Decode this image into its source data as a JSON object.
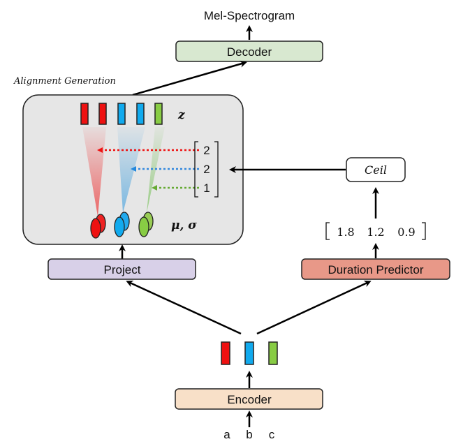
{
  "title_top": "Mel-Spectrogram",
  "blocks": {
    "decoder": "Decoder",
    "project": "Project",
    "duration_predictor": "Duration Predictor",
    "encoder": "Encoder",
    "ceil": "Ceil"
  },
  "alignment": {
    "label": "Alignment Generation",
    "z_label": "z",
    "mu_sigma_label": "μ, σ",
    "durations_int": [
      "2",
      "2",
      "1"
    ]
  },
  "durations_float": [
    "1.8",
    "1.2",
    "0.9"
  ],
  "inputs": [
    "a",
    "b",
    "c"
  ],
  "colors": {
    "red": "#ee1111",
    "blue": "#11aaee",
    "green": "#88cc44",
    "decoder_fill": "#d8e8d0",
    "project_fill": "#d8d0e8",
    "duration_fill": "#e89888",
    "encoder_fill": "#f8e0c8",
    "alignment_bg": "#e6e6e6"
  }
}
